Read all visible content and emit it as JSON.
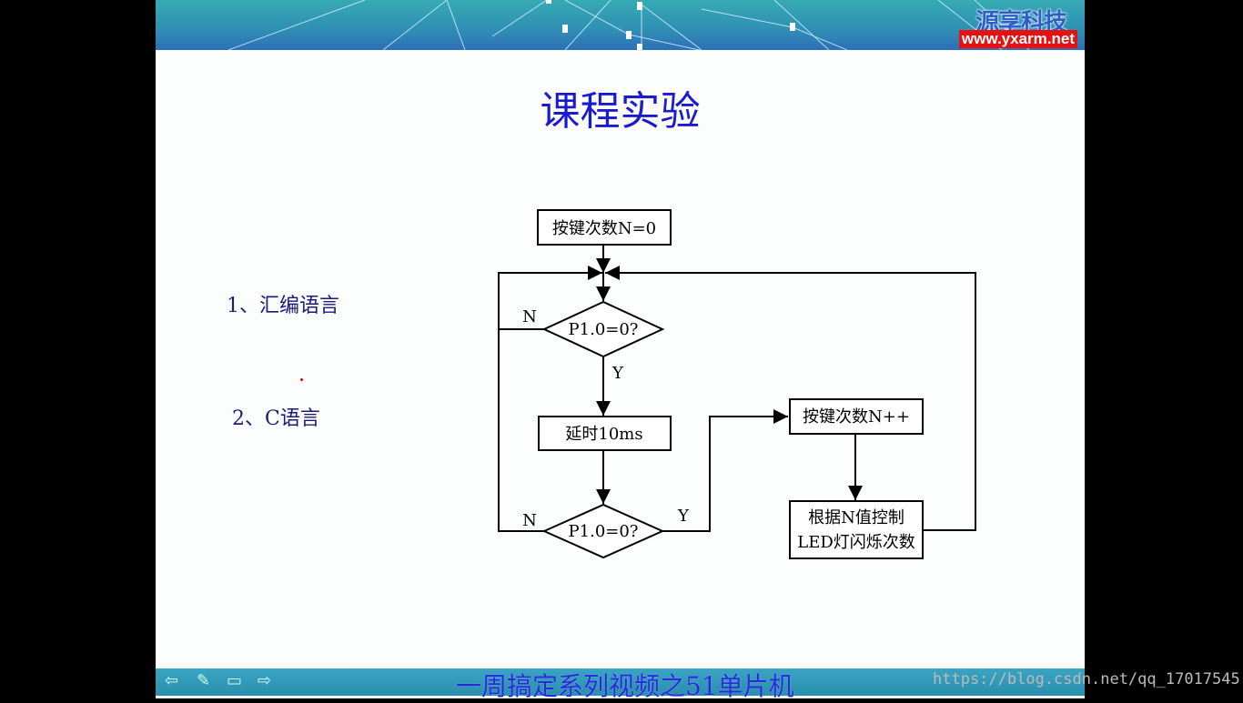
{
  "header": {
    "logo_cn": "源享科技",
    "logo_url": "www.yxarm.net"
  },
  "title": "课程实验",
  "items": [
    "1、汇编语言",
    "2、C语言"
  ],
  "flowchart": {
    "start": "按键次数N=0",
    "cond1": "P1.0=0?",
    "delay": "延时10ms",
    "cond2": "P1.0=0?",
    "increment": "按键次数N++",
    "control_line1": "根据N值控制",
    "control_line2": "LED灯闪烁次数",
    "yes": "Y",
    "no": "N"
  },
  "footer": {
    "title": "一周搞定系列视频之51单片机",
    "nav": [
      "⇦",
      "✎",
      "▭",
      "⇨"
    ]
  },
  "watermark": "https://blog.csdn.net/qq_17017545"
}
